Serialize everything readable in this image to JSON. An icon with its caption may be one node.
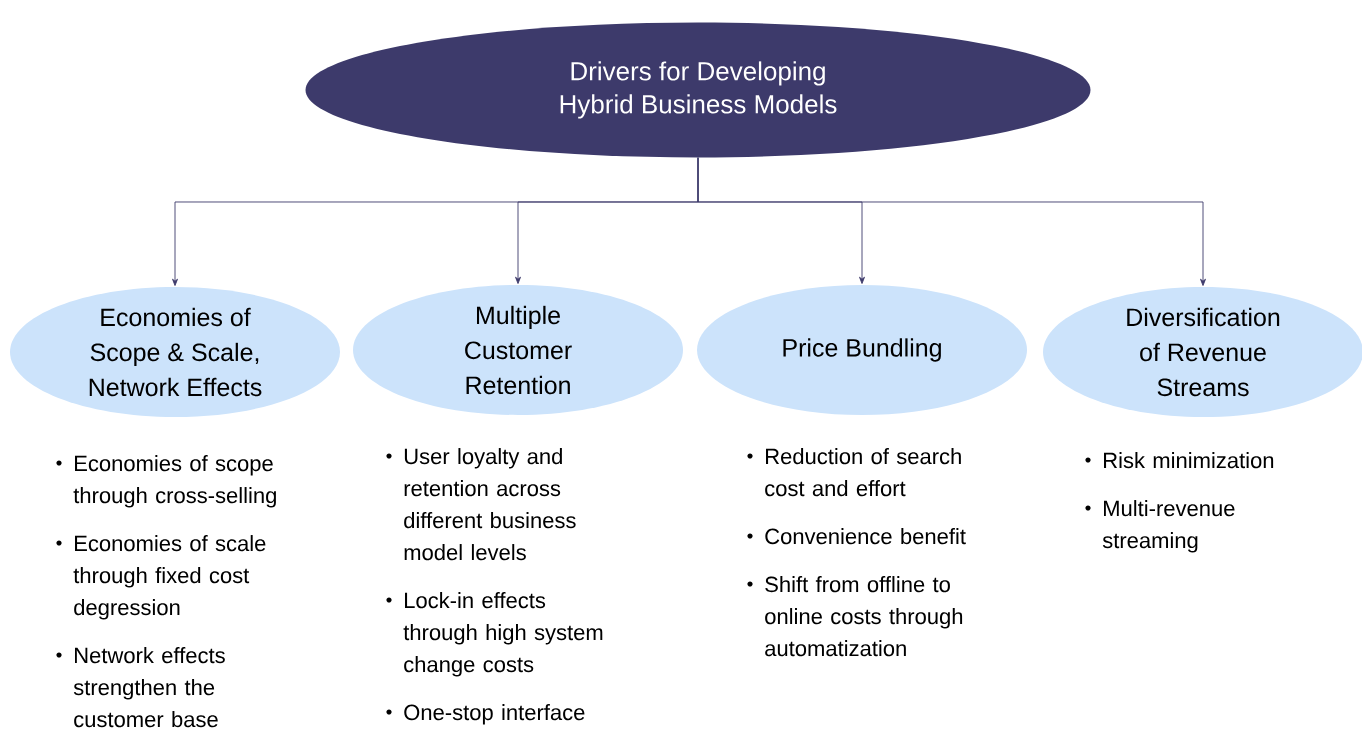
{
  "diagram": {
    "nodes": [
      {
        "text": [
          "Drivers for Developing Hybrid Business Models"
        ]
      },
      {
        "text": [
          "Economies of Scope & Scale, Network Effects"
        ],
        "beside": [
          "Economies of scope through cross-selling",
          "Economies of scale through fixed cost degression",
          "Network effects strengthen the customer base"
        ]
      },
      {
        "text": [
          "Multiple Customer Retention"
        ],
        "beside": [
          "User loyalty and retention across different  business model levels",
          "Lock-in effects through high system change costs",
          "One-stop interface"
        ]
      },
      {
        "text": [
          "Price Bundling"
        ],
        "beside": [
          "Reduction of search cost and effort",
          "Convenience benefit",
          "Shift from offline to online costs through automatization"
        ]
      },
      {
        "text": [
          "Diversification of Revenue Streams"
        ],
        "beside": [
          "Risk minimization",
          "Multi-revenue streaming"
        ]
      }
    ],
    "edges": [
      {
        "from": 0,
        "to": 1,
        "arrow": "to"
      },
      {
        "from": 0,
        "to": 2,
        "arrow": "to"
      },
      {
        "from": 0,
        "to": 3,
        "arrow": "to"
      },
      {
        "from": 0,
        "to": 4,
        "arrow": "to"
      }
    ]
  }
}
